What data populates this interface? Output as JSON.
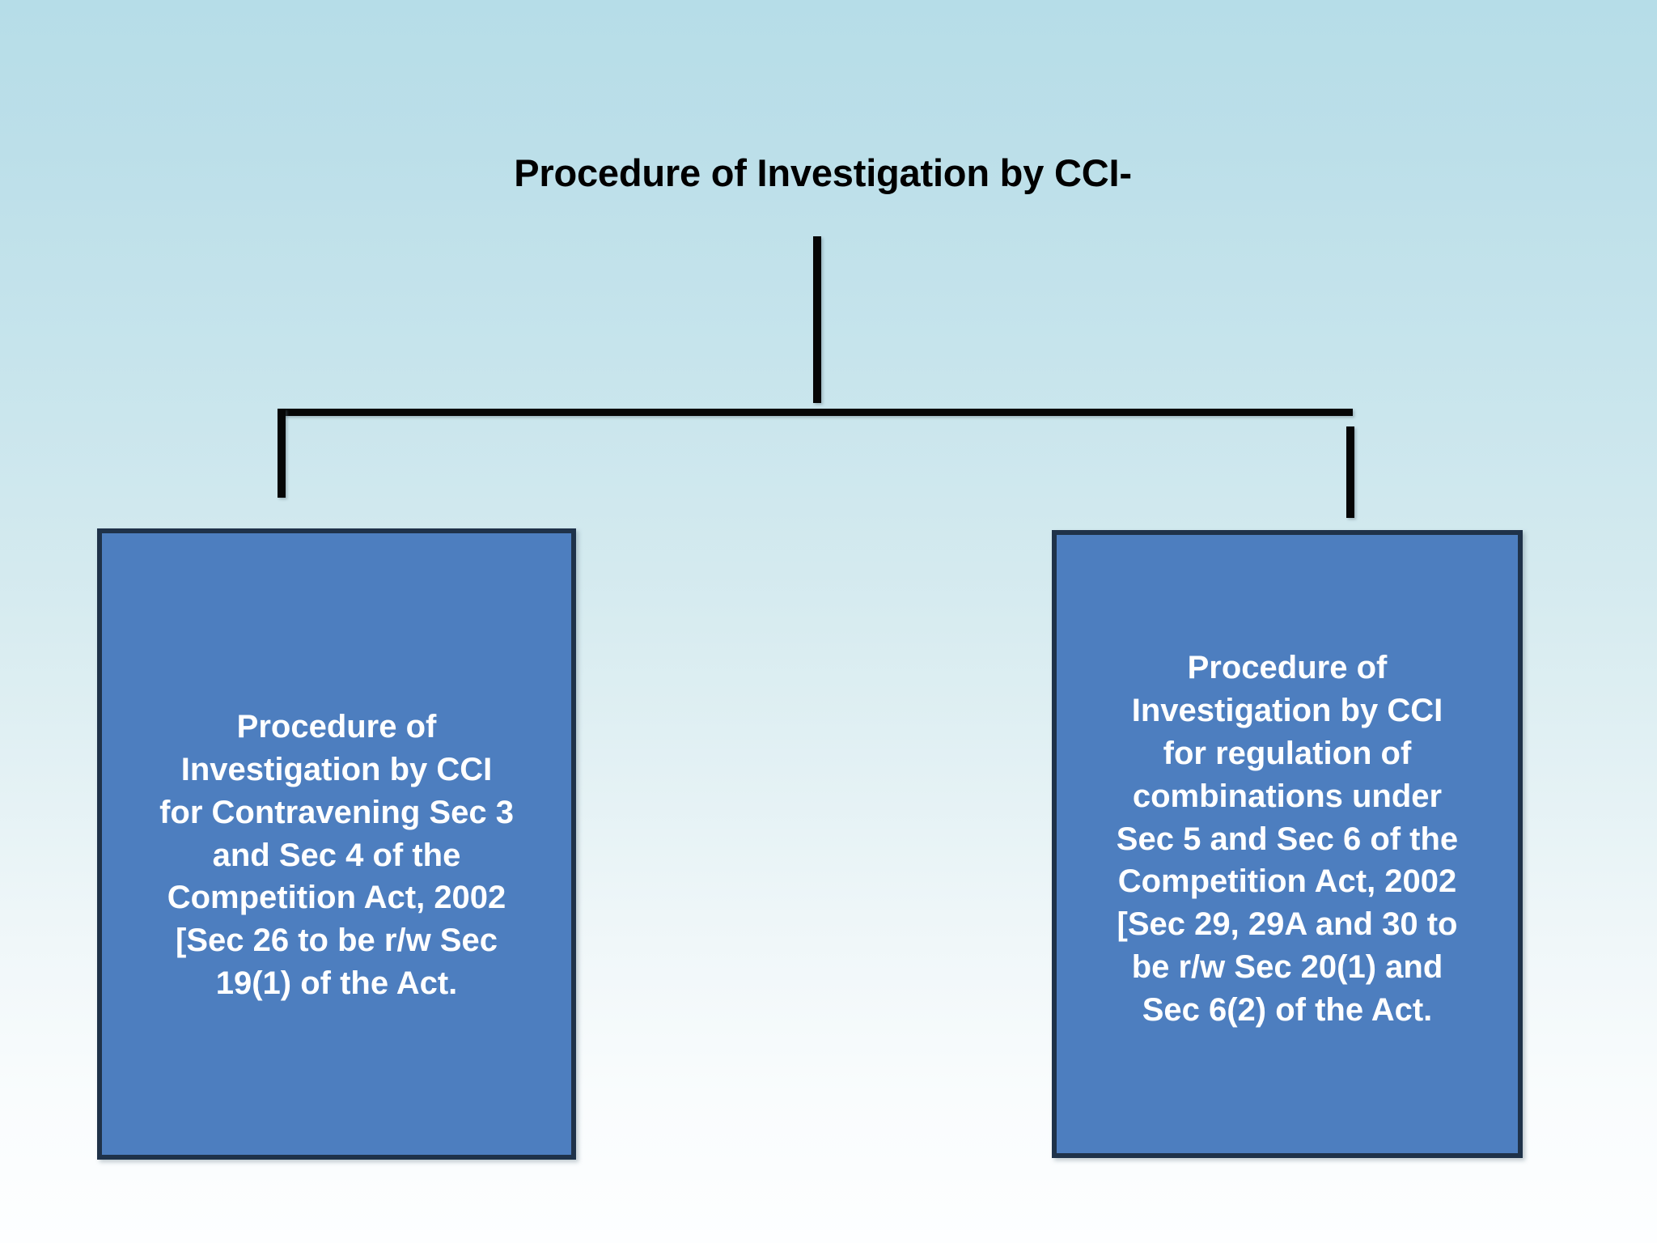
{
  "slide": {
    "title": "Procedure of Investigation by CCI-",
    "background": {
      "top_color": "#b6dde8",
      "bottom_color": "#fdfeff"
    }
  },
  "theme": {
    "box_fill": "#4d7ebf",
    "box_border": "#1f3249",
    "box_text_color": "#ffffff",
    "connector_color": "#060606",
    "title_color": "#000000"
  },
  "nodes": {
    "left": {
      "label": "Procedure of Investigation by CCI for Contravening Sec 3 and Sec 4 of the Competition Act, 2002 [Sec 26 to be r/w Sec 19(1) of the Act.",
      "lines": [
        "Procedure of",
        "Investigation by CCI",
        "for Contravening Sec 3",
        "and Sec 4 of the",
        "Competition Act, 2002",
        "[Sec 26 to be r/w Sec",
        "19(1) of the Act."
      ]
    },
    "right": {
      "label": "Procedure of Investigation by CCI for regulation of combinations under Sec 5 and Sec 6 of the Competition Act, 2002 [Sec 29, 29A and 30 to be r/w Sec 20(1) and Sec 6(2) of the Act.",
      "lines": [
        "Procedure of",
        "Investigation by CCI",
        "for regulation of",
        "combinations under",
        "Sec 5 and Sec 6 of the",
        "Competition Act, 2002",
        "[Sec 29, 29A and 30 to",
        "be r/w Sec 20(1) and",
        "Sec 6(2) of the Act."
      ]
    }
  },
  "connectors": {
    "stem": "vertical-line-from-title",
    "bar": "horizontal-split-bar",
    "left_drop": "drop-to-left-box",
    "right_drop": "drop-to-right-box"
  }
}
